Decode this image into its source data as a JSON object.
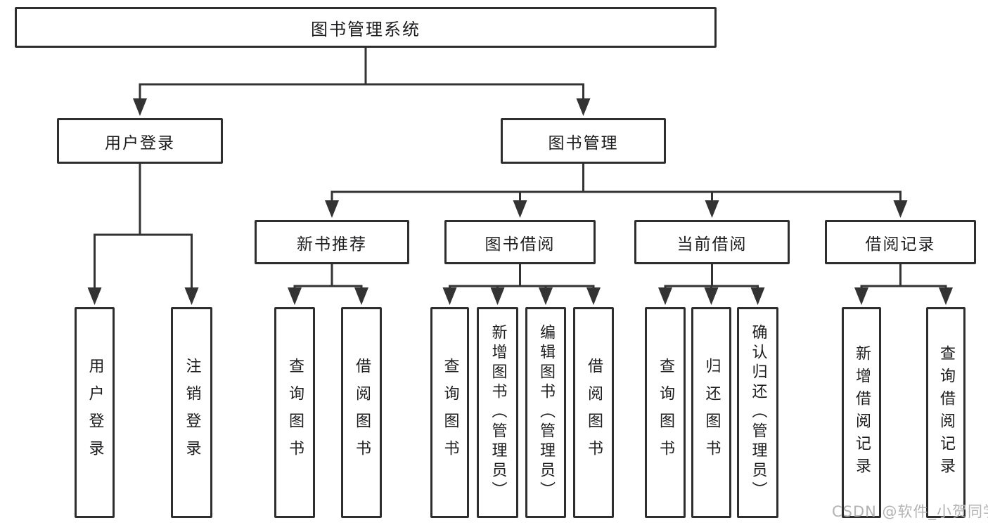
{
  "colors": {
    "line": "#333333",
    "box_border": "#2e2e2e",
    "text": "#1d1d1f",
    "background": "#ffffff",
    "watermark": "#b3b3b3"
  },
  "watermark": {
    "text": "CSDN @软件_小贺同学"
  },
  "tree": {
    "label": "图书管理系统",
    "children": [
      {
        "label": "用户登录",
        "children": [
          {
            "label": "用户登录"
          },
          {
            "label": "注销登录"
          }
        ]
      },
      {
        "label": "图书管理",
        "children": [
          {
            "label": "新书推荐",
            "children": [
              {
                "label": "查询图书"
              },
              {
                "label": "借阅图书"
              }
            ]
          },
          {
            "label": "图书借阅",
            "children": [
              {
                "label": "查询图书"
              },
              {
                "label": "新增图书（管理员）"
              },
              {
                "label": "编辑图书（管理员）"
              },
              {
                "label": "借阅图书"
              }
            ]
          },
          {
            "label": "当前借阅",
            "children": [
              {
                "label": "查询图书"
              },
              {
                "label": "归还图书"
              },
              {
                "label": "确认归还（管理员）"
              }
            ]
          },
          {
            "label": "借阅记录",
            "children": [
              {
                "label": "新增借阅记录"
              },
              {
                "label": "查询借阅记录"
              }
            ]
          }
        ]
      }
    ]
  }
}
